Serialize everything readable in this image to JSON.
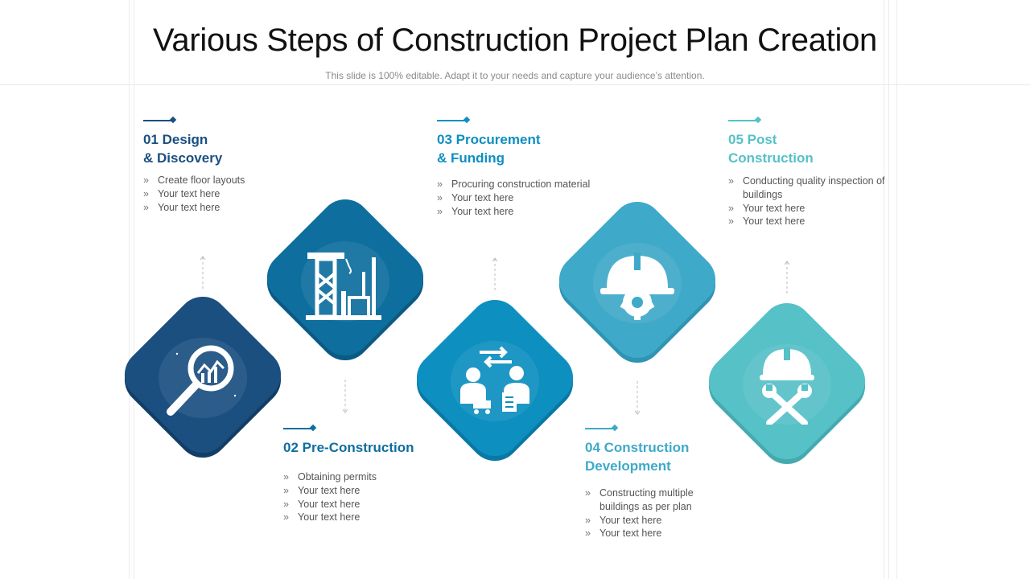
{
  "title": "Various Steps of Construction Project Plan Creation",
  "subtitle": "This slide is 100% editable. Adapt it to your needs and capture your audience’s attention.",
  "colors": {
    "step1": "#1b4f80",
    "step2": "#0e6e9e",
    "step3": "#0d8fc0",
    "step4": "#3fa9c9",
    "step5": "#56c1c7"
  },
  "steps": [
    {
      "title_line1": "01 Design",
      "title_line2": "& Discovery",
      "bullets": [
        "Create floor layouts",
        "Your text here",
        "Your text here"
      ],
      "icon": "magnifier-chart-icon"
    },
    {
      "title_line1": "02 Pre-Construction",
      "title_line2": "",
      "bullets": [
        "Obtaining permits",
        "Your text here",
        "Your text here",
        "Your text here"
      ],
      "icon": "crane-building-icon"
    },
    {
      "title_line1": "03 Procurement",
      "title_line2": "& Funding",
      "bullets": [
        "Procuring construction material",
        "Your text here",
        "Your text here"
      ],
      "icon": "people-exchange-icon"
    },
    {
      "title_line1": "04 Construction",
      "title_line2": "Development",
      "bullets": [
        "Constructing multiple buildings as per plan",
        "Your text here",
        "Your text here"
      ],
      "icon": "helmet-gear-icon"
    },
    {
      "title_line1": "05 Post",
      "title_line2": "Construction",
      "bullets": [
        "Conducting quality inspection of buildings",
        "Your text here",
        "Your text here"
      ],
      "icon": "helmet-tools-icon"
    }
  ]
}
